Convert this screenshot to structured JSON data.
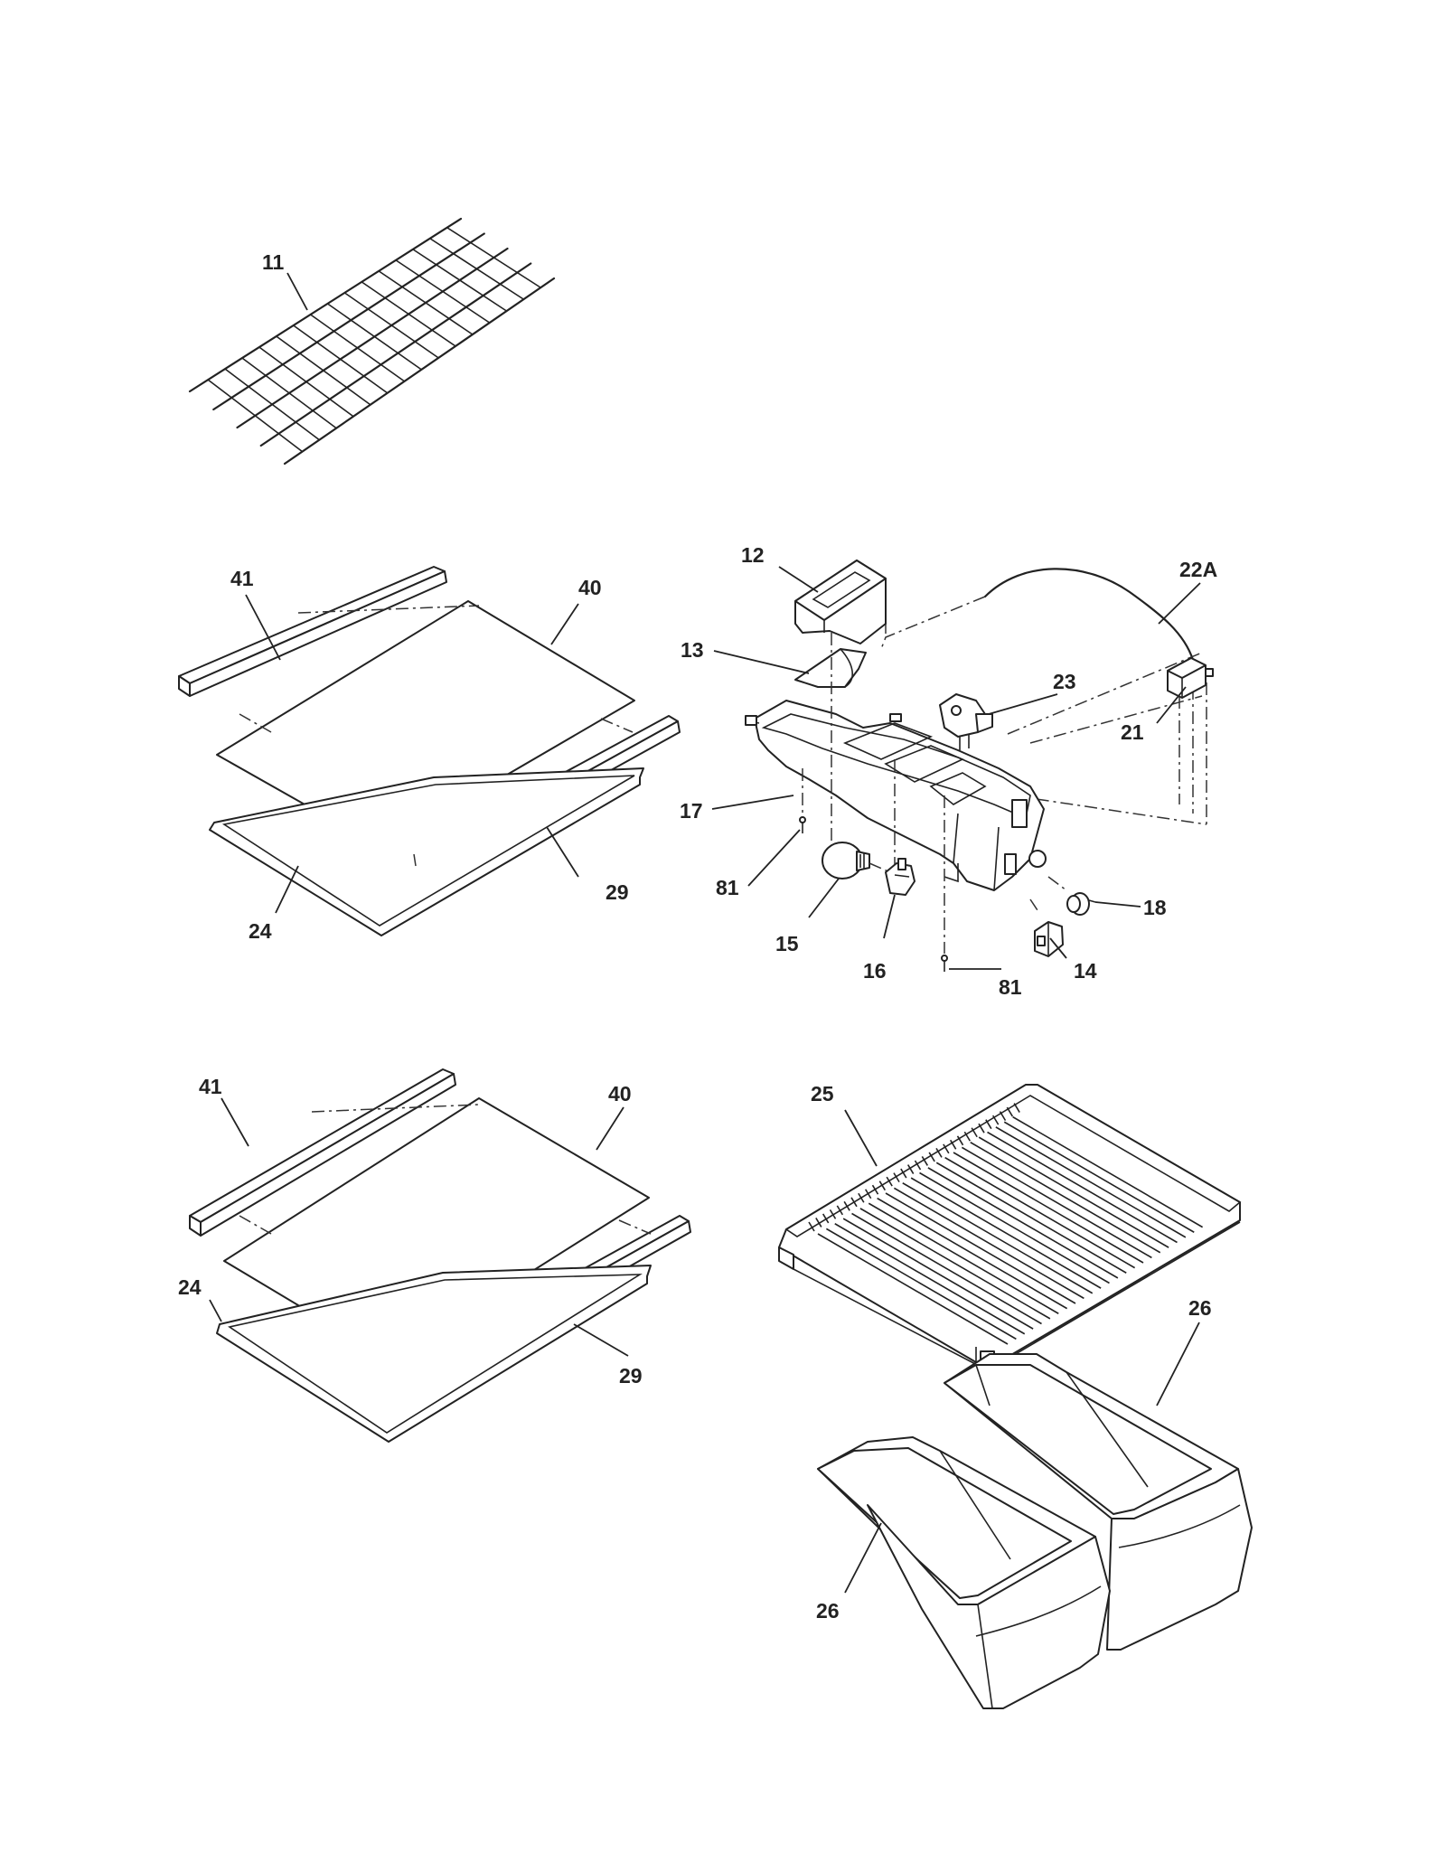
{
  "callouts": {
    "c11": "11",
    "c12": "12",
    "c13": "13",
    "c14": "14",
    "c15": "15",
    "c16": "16",
    "c17": "17",
    "c18": "18",
    "c21": "21",
    "c22a": "22A",
    "c23": "23",
    "c24_top": "24",
    "c24_bottom": "24",
    "c25": "25",
    "c26_right": "26",
    "c26_left": "26",
    "c29_top": "29",
    "c29_bottom": "29",
    "c40_top": "40",
    "c40_bottom": "40",
    "c41_top": "41",
    "c41_bottom": "41",
    "c81_left": "81",
    "c81_right": "81"
  }
}
